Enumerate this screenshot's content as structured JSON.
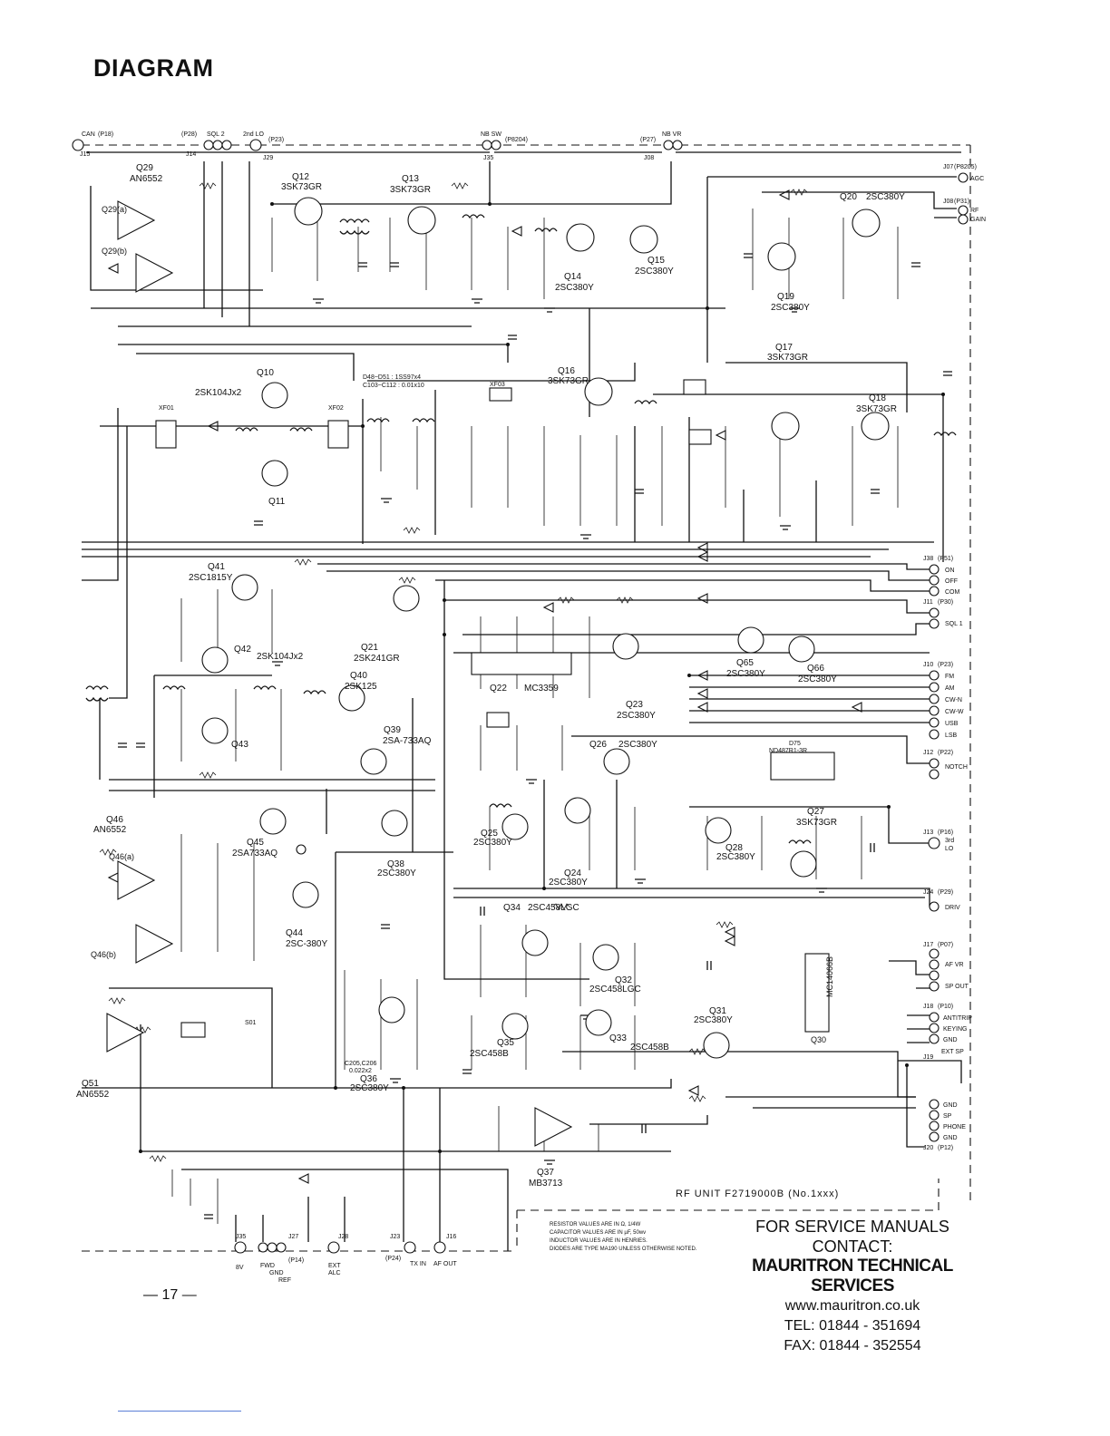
{
  "page": {
    "title": "DIAGRAM",
    "page_number": "— 17 —"
  },
  "unit_label": "RF UNIT F2719000B (No.1xxx)",
  "notes": [
    "RESISTOR VALUES ARE IN Ω, 1/4W",
    "CAPACITOR VALUES ARE IN µF, 50wv",
    "INDUCTOR VALUES ARE IN HENRIES.",
    "DIODES ARE TYPE MA190 UNLESS OTHERWISE NOTED."
  ],
  "contact": {
    "heading": "FOR SERVICE MANUALS",
    "subheading": "CONTACT:",
    "company": "MAURITRON TECHNICAL SERVICES",
    "website": "www.mauritron.co.uk",
    "tel": "TEL: 01844 - 351694",
    "fax": "FAX: 01844 - 352554"
  },
  "top_connectors": [
    {
      "ref": "J15",
      "plug": "(P18)",
      "pins": "CAN"
    },
    {
      "ref": "J14",
      "plug": "(P28)",
      "pins": "SQL 2"
    },
    {
      "ref": "J29",
      "plug": "(P23)",
      "pins": "2nd LO"
    },
    {
      "ref": "J35",
      "plug": "(P8204)",
      "pins": "NB SW"
    },
    {
      "ref": "J08",
      "plug": "(P27)",
      "pins": "NB VR"
    }
  ],
  "right_connectors": [
    {
      "ref": "J07",
      "plug": "(P8205)",
      "pins": [
        "AGC"
      ]
    },
    {
      "ref": "J08",
      "plug": "(P31)",
      "pins": [
        "RF",
        "GAIN"
      ]
    },
    {
      "ref": "J38",
      "plug": "(P51)",
      "pins": [
        "ON",
        "OFF",
        "COM"
      ]
    },
    {
      "ref": "J11",
      "plug": "(P30)",
      "pins": [
        "SQL 1"
      ]
    },
    {
      "ref": "J10",
      "plug": "(P23)",
      "pins": [
        "FM",
        "AM",
        "CW-N",
        "CW-W",
        "USB",
        "LSB"
      ]
    },
    {
      "ref": "J12",
      "plug": "(P22)",
      "pins": [
        "NOTCH"
      ]
    },
    {
      "ref": "J13",
      "plug": "(P16)",
      "pins": [
        "3rd",
        "LO"
      ]
    },
    {
      "ref": "J24",
      "plug": "(P29)",
      "pins": [
        "DRIV"
      ]
    },
    {
      "ref": "J17",
      "plug": "(P07)",
      "pins": [
        "AF VR",
        "SP OUT"
      ]
    },
    {
      "ref": "J18",
      "plug": "(P10)",
      "pins": [
        "ANTITRIP",
        "KEYING",
        "GND"
      ]
    },
    {
      "ref": "J19",
      "plug": "",
      "pins": [
        "EXT SP"
      ]
    },
    {
      "ref": "J20",
      "plug": "(P12)",
      "pins": [
        "GND",
        "SP",
        "PHONE",
        "GND"
      ]
    }
  ],
  "bottom_connectors": [
    {
      "ref": "J35",
      "pins": [
        "8V"
      ]
    },
    {
      "ref": "J27",
      "plug": "(P14)",
      "pins": [
        "FWD",
        "GND",
        "REF"
      ]
    },
    {
      "ref": "J28",
      "pins": [
        "EXT",
        "ALC"
      ]
    },
    {
      "ref": "J23",
      "plug": "(P24)",
      "pins": [
        "TX IN"
      ]
    },
    {
      "ref": "J16",
      "pins": [
        "AF OUT"
      ]
    }
  ],
  "components": [
    {
      "ref": "Q29",
      "type": "AN6552"
    },
    {
      "ref": "Q29(a)",
      "type": ""
    },
    {
      "ref": "Q29(b)",
      "type": ""
    },
    {
      "ref": "Q12",
      "type": "3SK73GR"
    },
    {
      "ref": "Q13",
      "type": "3SK73GR"
    },
    {
      "ref": "Q14",
      "type": "2SC380Y"
    },
    {
      "ref": "Q15",
      "type": "2SC380Y"
    },
    {
      "ref": "Q19",
      "type": "2SC380Y"
    },
    {
      "ref": "Q20",
      "type": "2SC380Y"
    },
    {
      "ref": "Q10",
      "type": ""
    },
    {
      "ref": "Q11",
      "type": ""
    },
    {
      "ref": "",
      "type": "2SK104Jx2"
    },
    {
      "ref": "Q16",
      "type": "3SK73GR"
    },
    {
      "ref": "Q17",
      "type": "3SK73GR"
    },
    {
      "ref": "Q18",
      "type": "3SK73GR"
    },
    {
      "ref": "Q41",
      "type": "2SC1815Y"
    },
    {
      "ref": "Q42",
      "type": "2SK104Jx2"
    },
    {
      "ref": "Q43",
      "type": ""
    },
    {
      "ref": "Q21",
      "type": "2SK241GR"
    },
    {
      "ref": "Q22",
      "type": "MC3359"
    },
    {
      "ref": "Q23",
      "type": "2SC380Y"
    },
    {
      "ref": "Q65",
      "type": "2SC380Y"
    },
    {
      "ref": "Q66",
      "type": "2SC380Y"
    },
    {
      "ref": "Q40",
      "type": "2SK125"
    },
    {
      "ref": "Q39",
      "type": "2SA-733AQ"
    },
    {
      "ref": "Q26",
      "type": "2SC380Y"
    },
    {
      "ref": "Q25",
      "type": "2SC380Y"
    },
    {
      "ref": "Q24",
      "type": "2SC380Y"
    },
    {
      "ref": "Q27",
      "type": "3SK73GR"
    },
    {
      "ref": "Q28",
      "type": "2SC380Y"
    },
    {
      "ref": "Q46",
      "type": "AN6552"
    },
    {
      "ref": "Q46(a)",
      "type": ""
    },
    {
      "ref": "Q46(b)",
      "type": ""
    },
    {
      "ref": "Q45",
      "type": "2SA733AQ"
    },
    {
      "ref": "Q38",
      "type": "2SC380Y"
    },
    {
      "ref": "Q44",
      "type": "2SC-380Y"
    },
    {
      "ref": "Q34",
      "type": "2SC458LGC"
    },
    {
      "ref": "Q32",
      "type": "2SC458LGC"
    },
    {
      "ref": "Q31",
      "type": "2SC380Y"
    },
    {
      "ref": "Q33",
      "type": "2SC458B"
    },
    {
      "ref": "Q35",
      "type": "2SC458B"
    },
    {
      "ref": "Q36",
      "type": "2SC380Y"
    },
    {
      "ref": "Q30",
      "type": "MC14066B"
    },
    {
      "ref": "Q37",
      "type": "MB3713"
    },
    {
      "ref": "Q51",
      "type": "AN6552"
    }
  ],
  "misc_labels": {
    "d48": "D48~D51 : 1SS97x4",
    "c103": "C103~C112 : 0.01x10",
    "xf01": "XF01",
    "xf02": "XF02",
    "xf03": "XF03",
    "d75": "D75",
    "d75_type": "ND487R1-3R",
    "s01": "S01",
    "c205": "C205,C206",
    "c205_val": "0.022x2"
  }
}
